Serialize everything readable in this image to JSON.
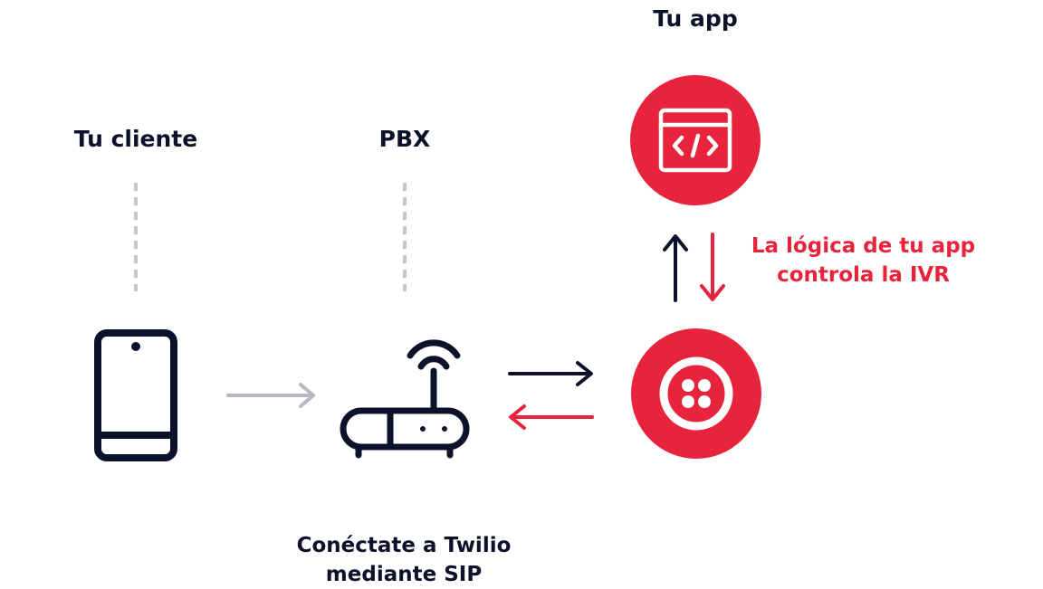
{
  "labels": {
    "app": "Tu app",
    "client": "Tu cliente",
    "pbx": "PBX",
    "ivr_line1": "La lógica de tu app",
    "ivr_line2": "controla la IVR",
    "sip_line1": "Conéctate a Twilio",
    "sip_line2": "mediante SIP"
  },
  "colors": {
    "accent_red": "#e8243c",
    "navy": "#0d122b",
    "gray_arrow": "#b6b8c4",
    "dashed_gray": "#c4c6cf"
  },
  "icons": {
    "client": "smartphone-icon",
    "pbx": "router-icon",
    "app": "code-window-icon",
    "twilio": "twilio-logo-icon"
  }
}
